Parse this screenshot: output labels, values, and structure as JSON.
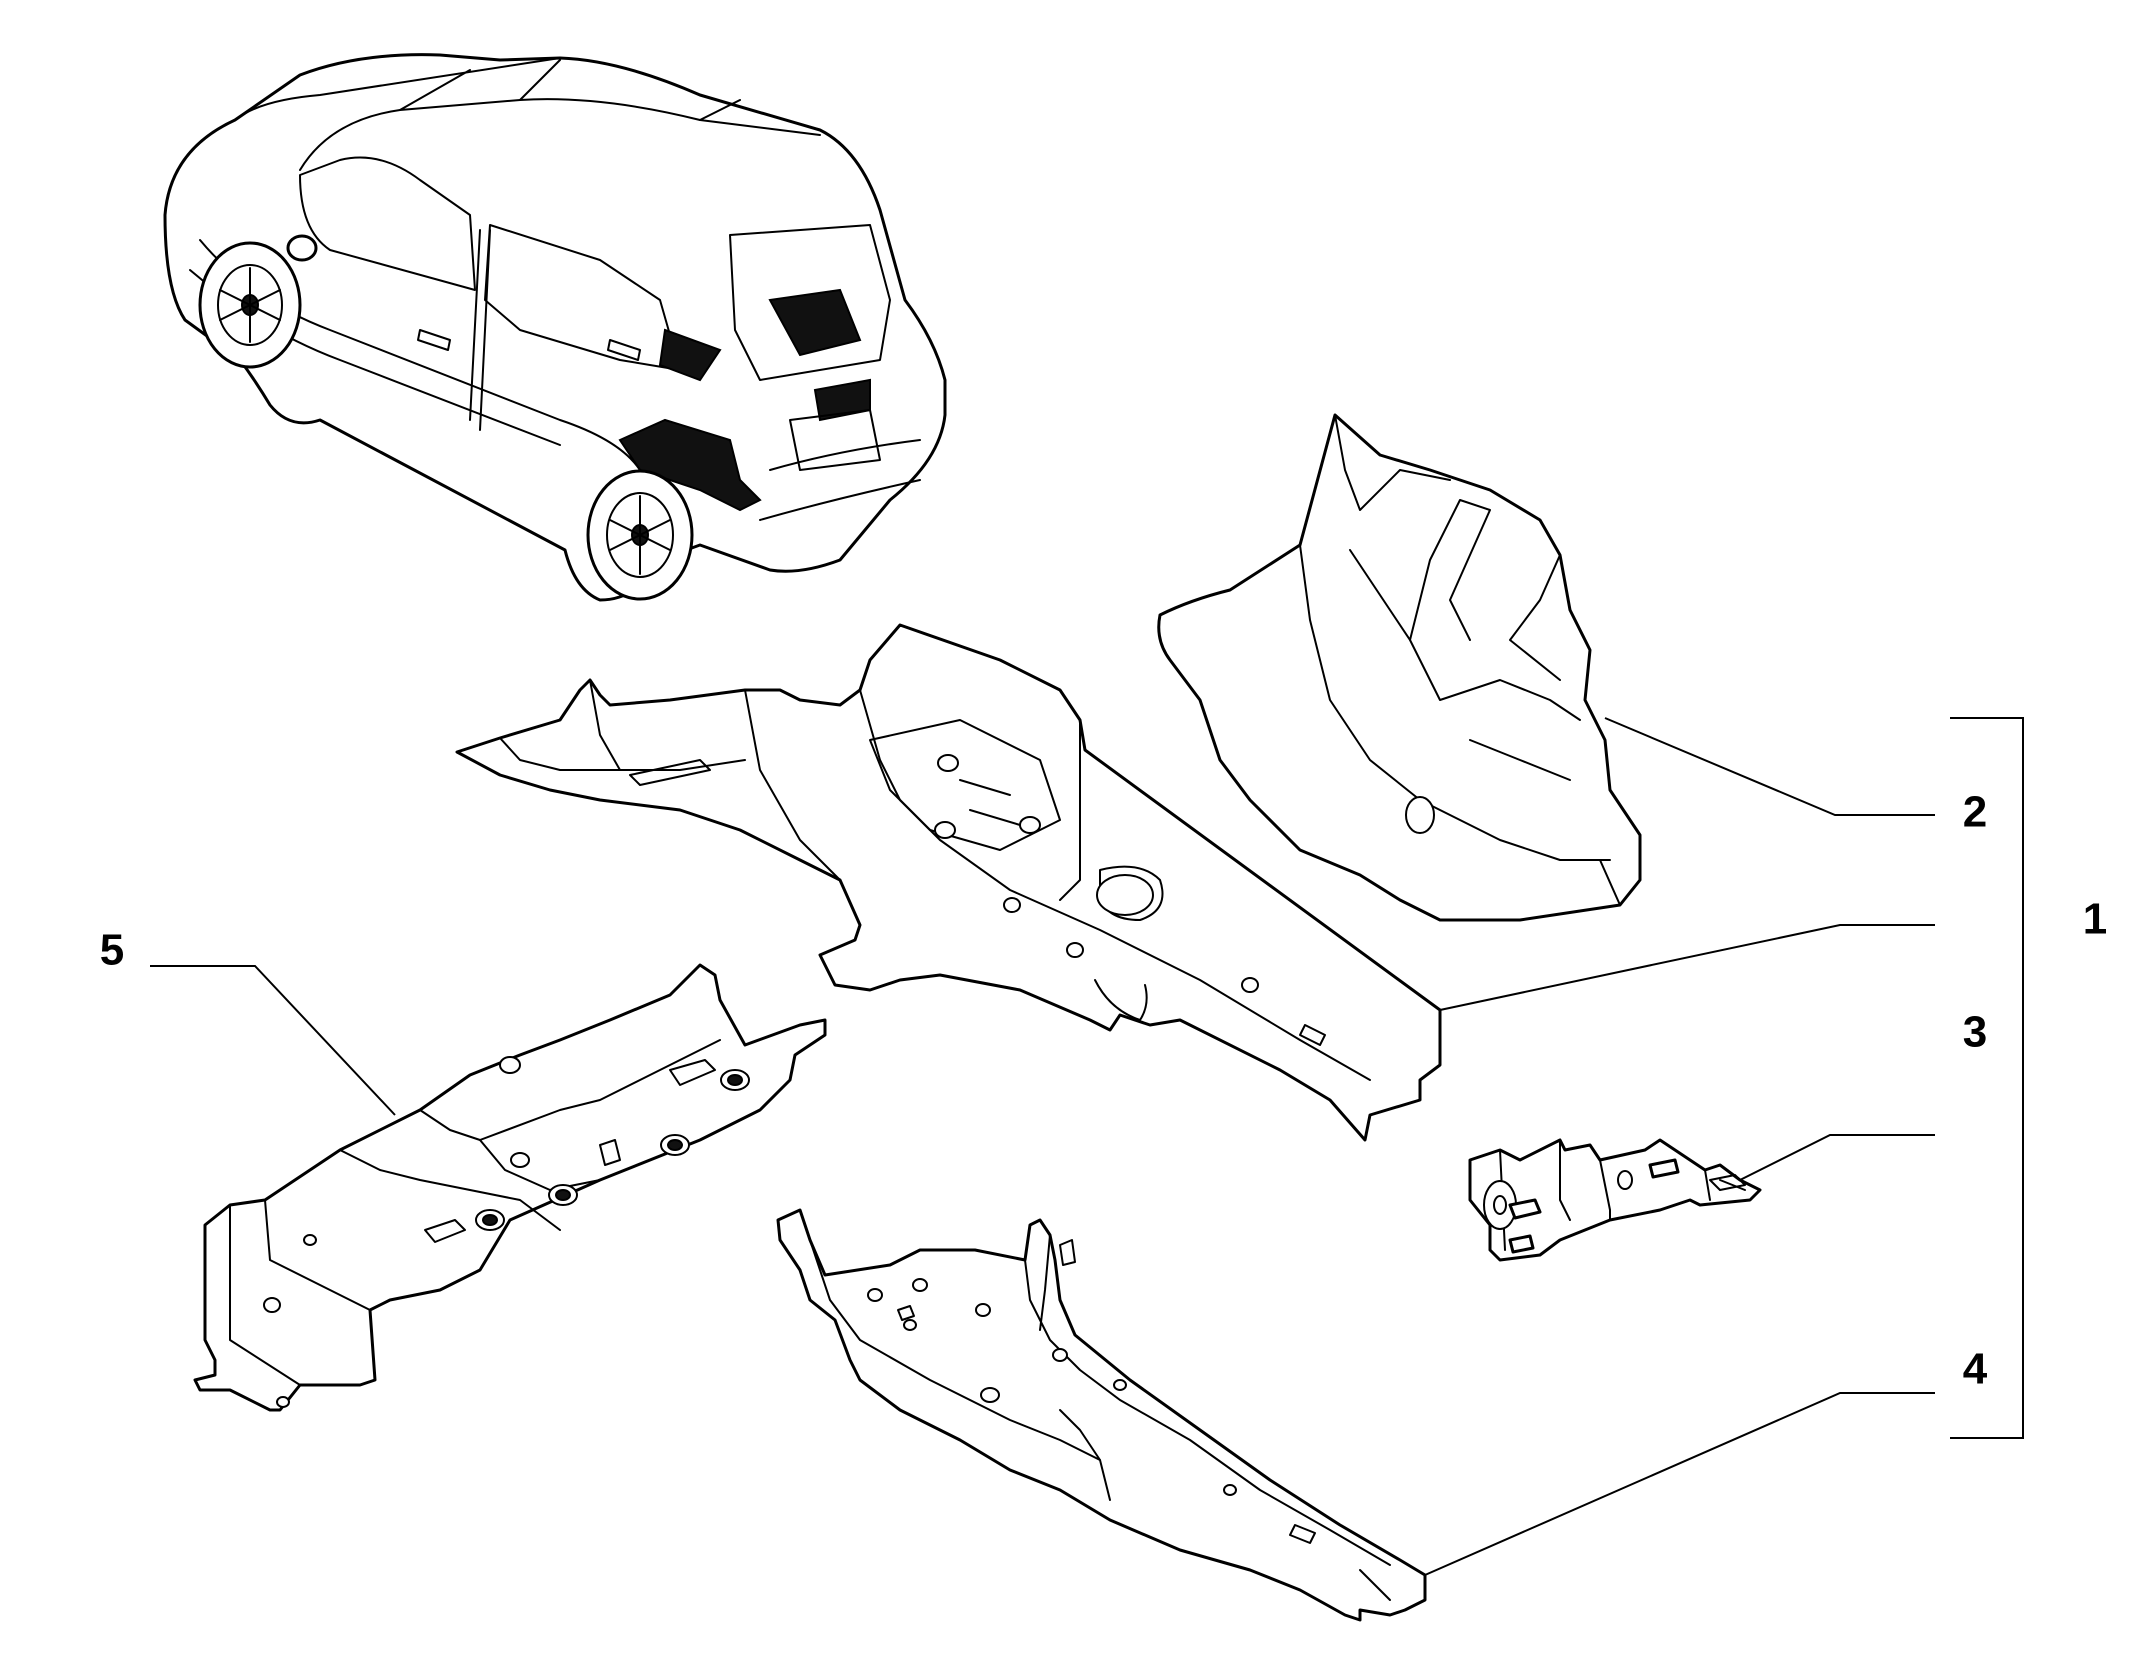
{
  "colors": {
    "line": "#000000",
    "background": "#ffffff"
  },
  "callouts": [
    {
      "id": "1",
      "label": "1"
    },
    {
      "id": "2",
      "label": "2"
    },
    {
      "id": "3",
      "label": "3"
    },
    {
      "id": "4",
      "label": "4"
    },
    {
      "id": "5",
      "label": "5"
    }
  ]
}
